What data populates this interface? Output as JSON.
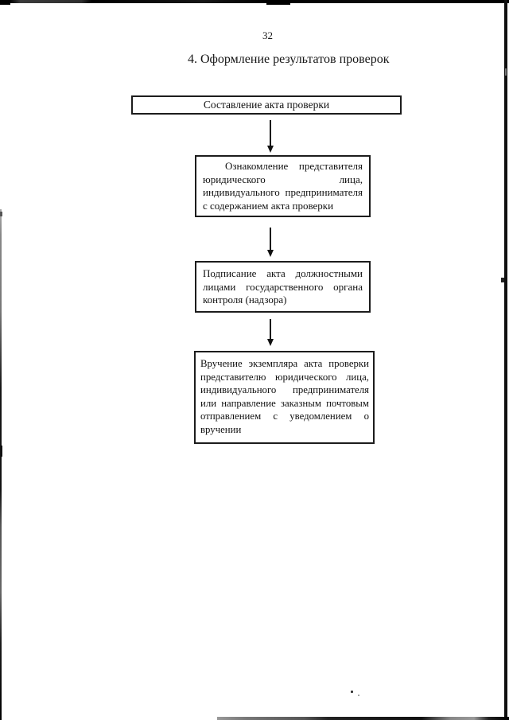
{
  "page": {
    "number": "32",
    "title": "4. Оформление результатов проверок"
  },
  "flowchart": {
    "boxes": [
      {
        "text": "Составление акта проверки"
      },
      {
        "text": "Ознакомление представителя юридического лица, индивидуального предпринимателя с содержанием акта проверки"
      },
      {
        "text": "Подписание акта должностными лицами государственного органа контроля (надзора)"
      },
      {
        "text": "Вручение экземпляра акта проверки представителю юридического лица, индивидуального предпринимателя или направление заказным почтовым отправлением с уведомлением о вручении"
      }
    ]
  },
  "colors": {
    "ink": "#1b1b1b",
    "paper": "#ffffff"
  }
}
